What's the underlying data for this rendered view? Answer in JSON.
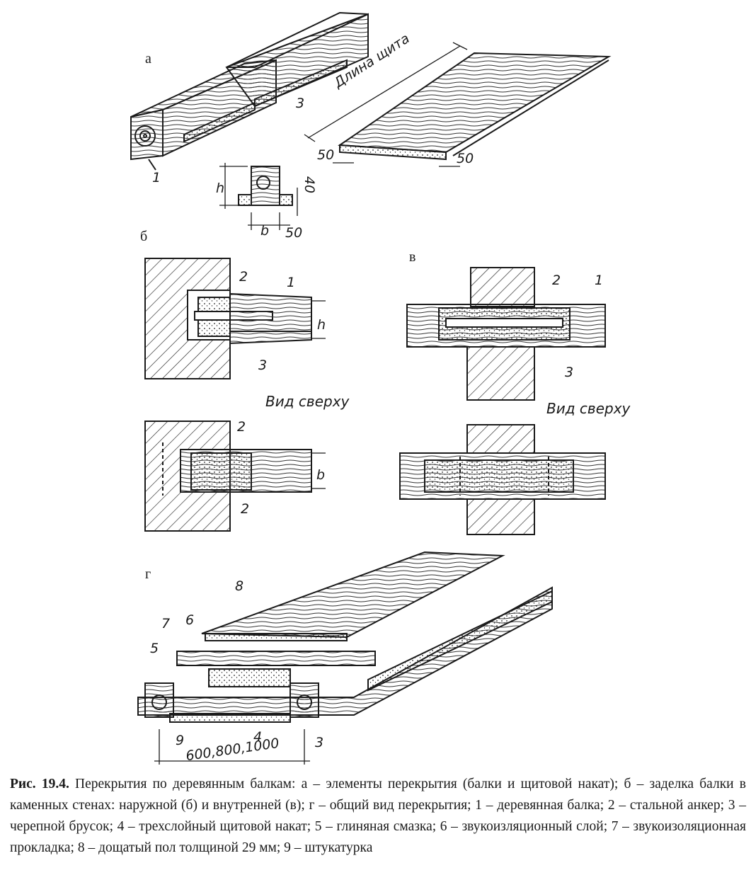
{
  "figure": {
    "panel_labels": {
      "a": "а",
      "b": "б",
      "v": "в",
      "g": "г"
    },
    "length_label": "Длина щита",
    "dim_50": "50",
    "dim_40": "40",
    "dim_h": "h",
    "dim_b": "b",
    "dim_600": "600,800,1000",
    "view_top": "Вид сверху",
    "numbers": {
      "n1": "1",
      "n2": "2",
      "n3": "3",
      "n4": "4",
      "n5": "5",
      "n6": "6",
      "n7": "7",
      "n8": "8",
      "n9": "9"
    }
  },
  "caption": {
    "number": "Рис. 19.4.",
    "text": " Перекрытия по деревянным балкам: а – элементы перекрытия (балки и щитовой накат); б – заделка балки в каменных стенах: наружной (б) и внутренней (в); г – общий вид перекрытия; 1 – деревянная балка; 2 – стальной анкер; 3 – черепной брусок; 4 – трехслойный щитовой накат; 5 – глиняная смазка; 6 – звукоизляционный слой; 7 – звукоизоляционная прокладка; 8 – дощатый пол толщиной 29 мм; 9 – штукатурка"
  }
}
